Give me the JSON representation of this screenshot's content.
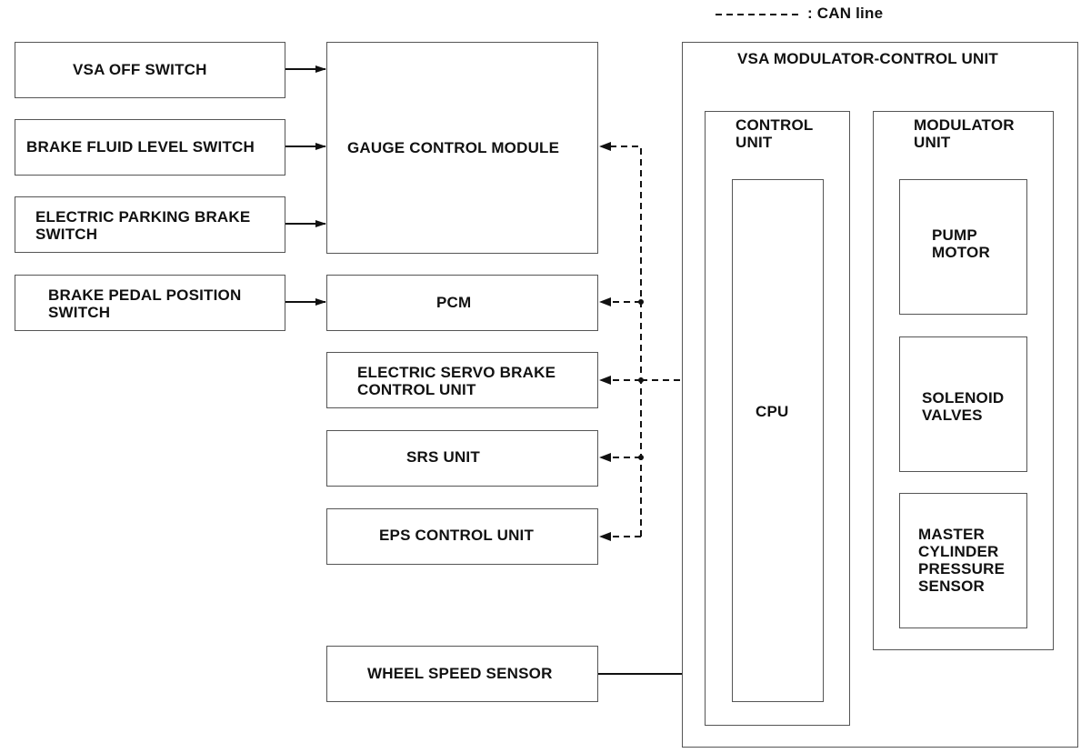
{
  "legend": {
    "text": ": CAN line"
  },
  "inputs": {
    "vsa_off_switch": "VSA OFF SWITCH",
    "brake_fluid_level_switch": "BRAKE FLUID LEVEL SWITCH",
    "electric_parking_brake_switch": "ELECTRIC PARKING BRAKE\nSWITCH",
    "brake_pedal_position_switch": "BRAKE PEDAL POSITION\nSWITCH",
    "wheel_speed_sensor": "WHEEL SPEED SENSOR"
  },
  "modules": {
    "gauge_control_module": "GAUGE CONTROL MODULE",
    "pcm": "PCM",
    "electric_servo_brake_control_unit": "ELECTRIC SERVO BRAKE\nCONTROL UNIT",
    "srs_unit": "SRS UNIT",
    "eps_control_unit": "EPS CONTROL UNIT"
  },
  "vsa": {
    "title": "VSA MODULATOR-CONTROL UNIT",
    "control_unit": "CONTROL\nUNIT",
    "modulator_unit": "MODULATOR\nUNIT",
    "cpu": "CPU",
    "pump_motor": "PUMP\nMOTOR",
    "solenoid_valves": "SOLENOID\nVALVES",
    "master_cylinder_pressure_sensor": "MASTER\nCYLINDER\nPRESSURE\nSENSOR"
  }
}
